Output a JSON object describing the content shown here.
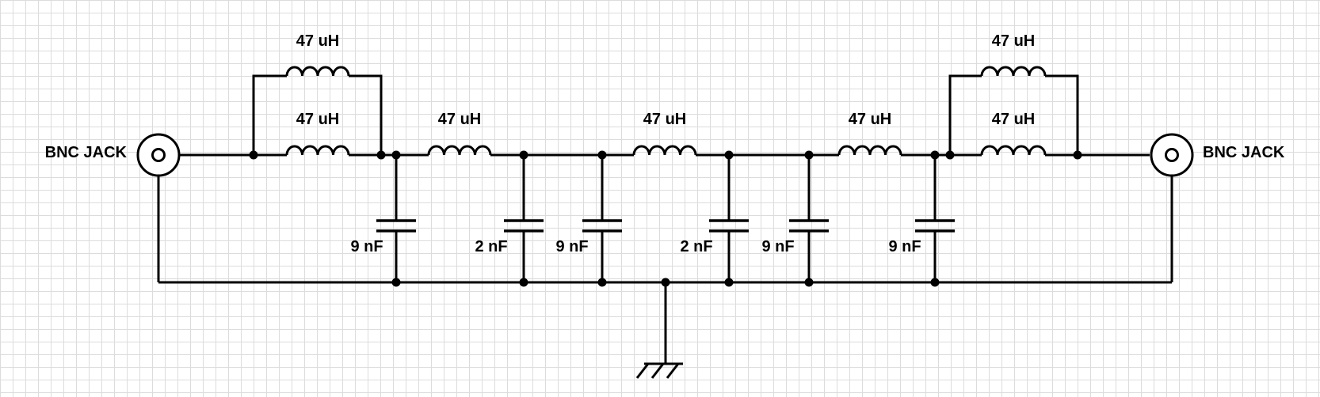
{
  "connectors": {
    "left_label": "BNC JACK",
    "right_label": "BNC JACK"
  },
  "inductors": [
    {
      "id": "L1",
      "label": "47 uH"
    },
    {
      "id": "L2",
      "label": "47 uH"
    },
    {
      "id": "L3",
      "label": "47 uH"
    },
    {
      "id": "L4",
      "label": "47 uH"
    },
    {
      "id": "L5",
      "label": "47 uH"
    },
    {
      "id": "L6",
      "label": "47 uH"
    },
    {
      "id": "L7",
      "label": "47 uH"
    }
  ],
  "capacitors": [
    {
      "id": "C1",
      "label": "9 nF"
    },
    {
      "id": "C2",
      "label": "2 nF"
    },
    {
      "id": "C3",
      "label": "9 nF"
    },
    {
      "id": "C4",
      "label": "2 nF"
    },
    {
      "id": "C5",
      "label": "9 nF"
    },
    {
      "id": "C6",
      "label": "9 nF"
    }
  ],
  "colors": {
    "ink": "#000000",
    "grid": "#dcdcdc",
    "background": "#ffffff"
  }
}
